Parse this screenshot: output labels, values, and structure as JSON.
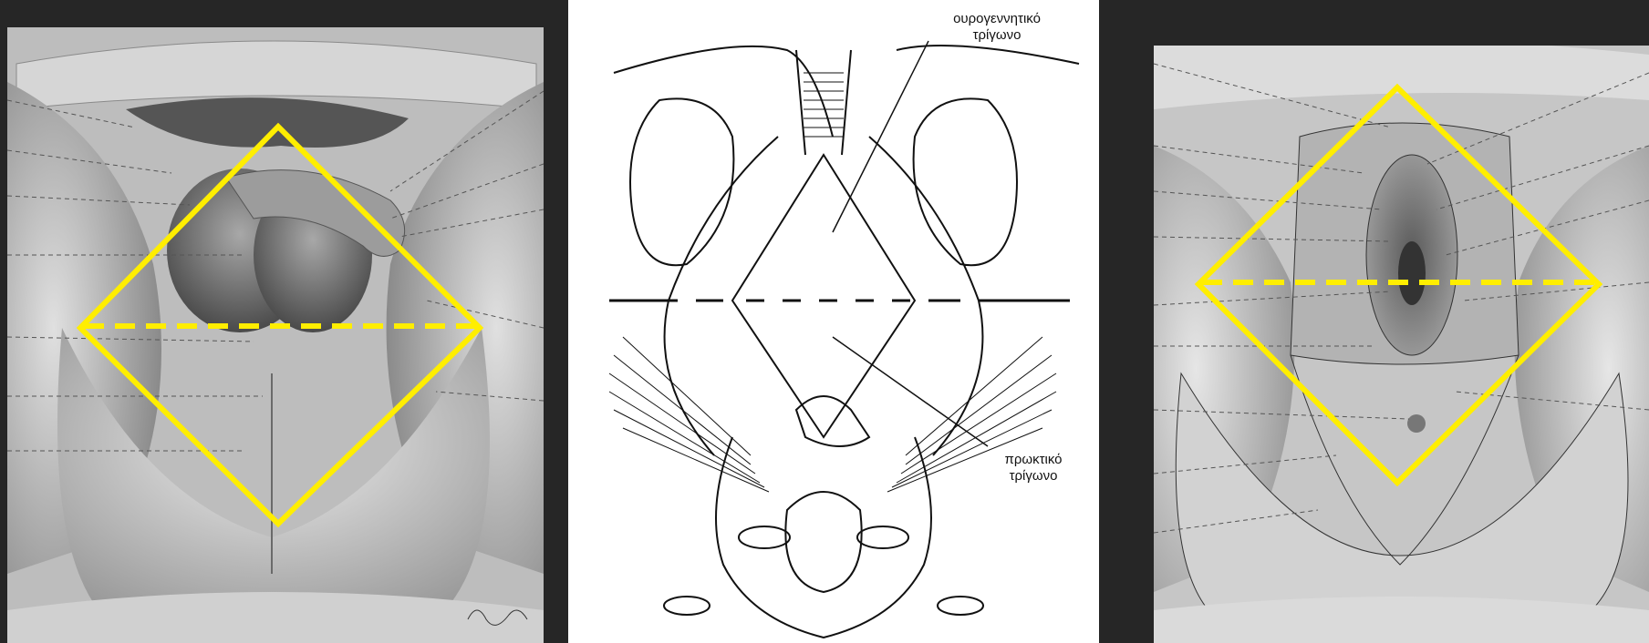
{
  "labels": {
    "urogenital_triangle": [
      "ουρογεννητικό",
      "τρίγωνο"
    ],
    "anal_triangle": [
      "πρωκτικό",
      "τρίγωνο"
    ]
  },
  "illustrations": {
    "left": "male-perineum-drawing",
    "middle": "pelvic-floor-line-diagram",
    "right": "female-perineum-drawing"
  },
  "colors": {
    "highlight": "#ffee00",
    "background": "#262626",
    "line": "#111111"
  }
}
